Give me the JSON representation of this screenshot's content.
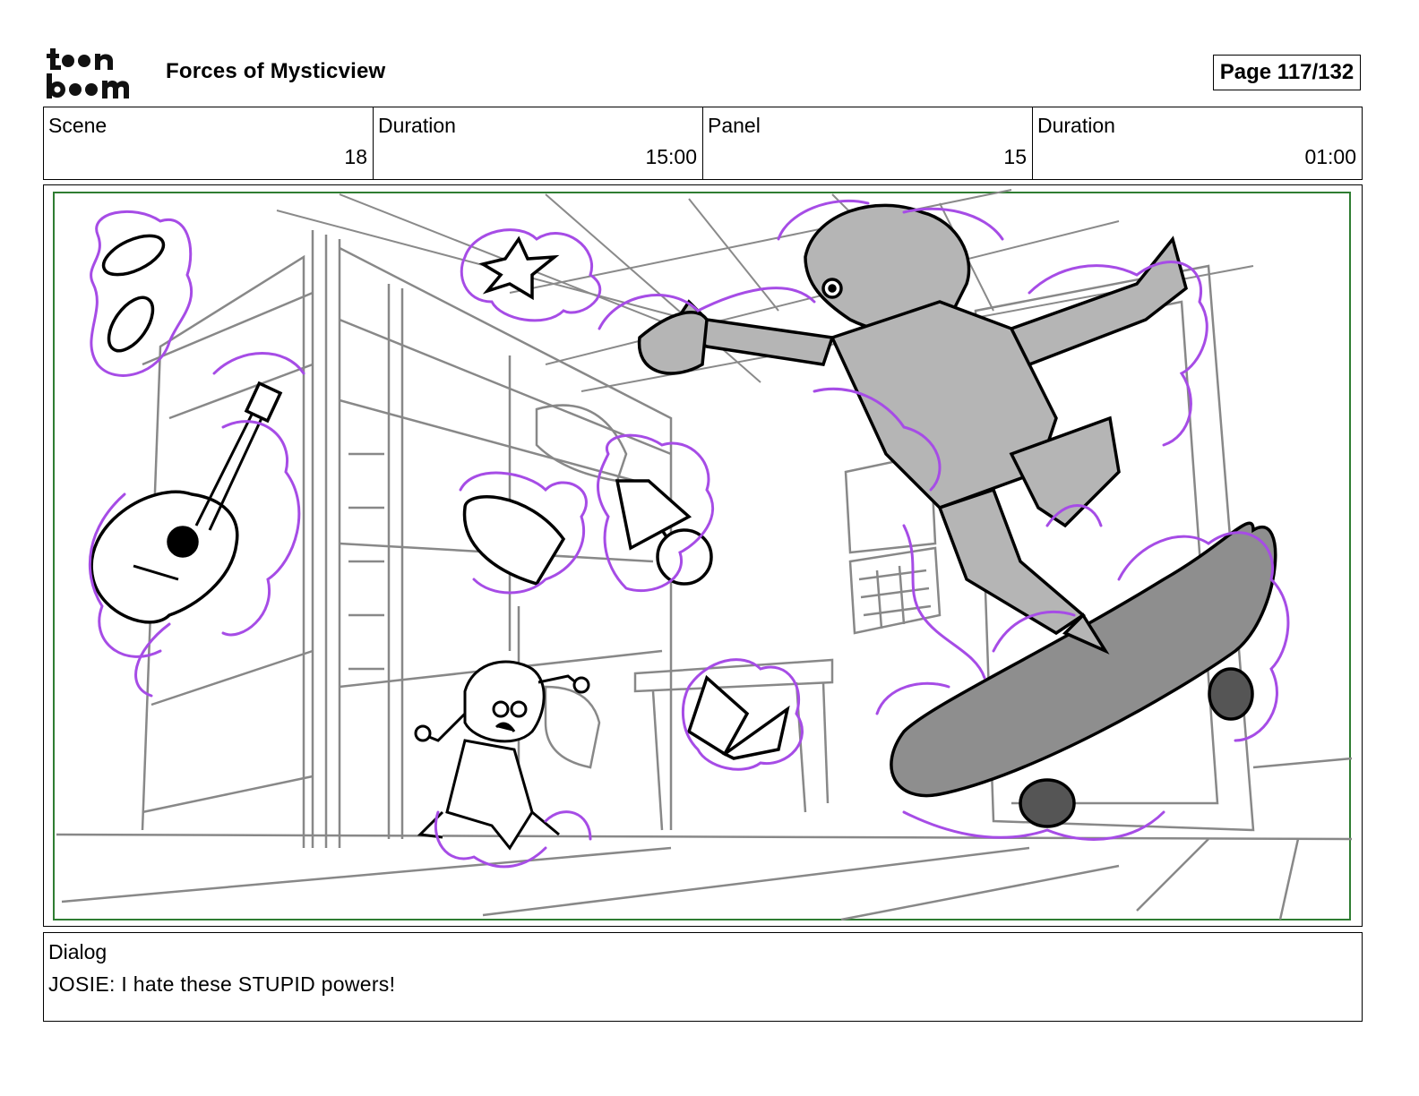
{
  "header": {
    "logo_text_top": "toon",
    "logo_text_bottom": "boom",
    "project_title": "Forces of Mysticview",
    "page_label": "Page 117/132"
  },
  "info": {
    "scene_label": "Scene",
    "scene_value": "18",
    "scene_duration_label": "Duration",
    "scene_duration_value": "15:00",
    "panel_label": "Panel",
    "panel_value": "15",
    "panel_duration_label": "Duration",
    "panel_duration_value": "01:00"
  },
  "dialog": {
    "label": "Dialog",
    "text": "JOSIE: I hate these STUPID powers!"
  },
  "colors": {
    "magic_aura": "#a64ce6",
    "safe_frame": "#2f7d32",
    "sketch_gray": "#888888",
    "fill_gray": "#b5b5b5",
    "skateboard_gray": "#8e8e8e"
  }
}
